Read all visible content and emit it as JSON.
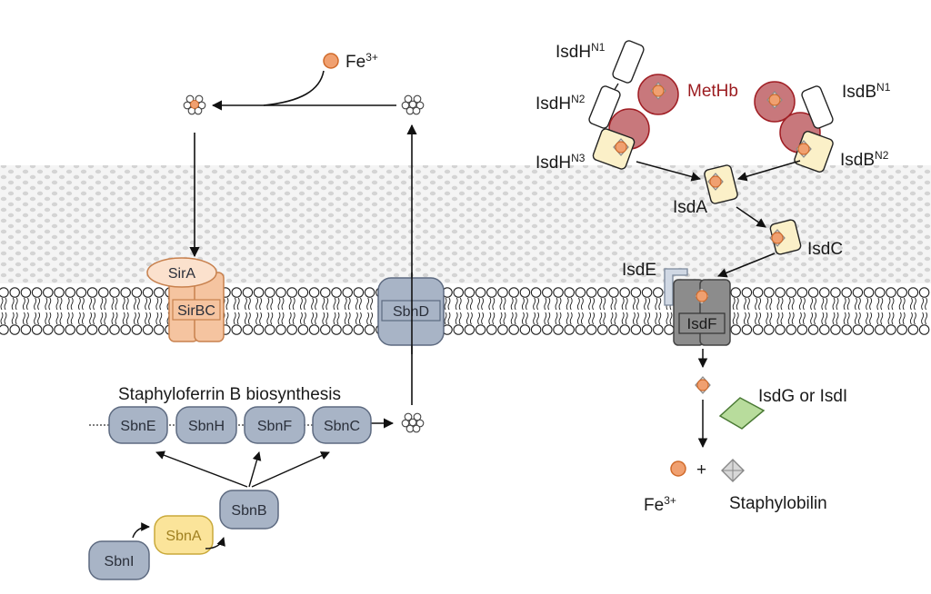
{
  "labels": {
    "fe3_top": "Fe",
    "fe3_top_sup": "3+",
    "sira": "SirA",
    "sirbc": "SirBC",
    "sbnd": "SbnD",
    "biosynthesis_title": "Staphyloferrin B biosynthesis",
    "sbne": "SbnE",
    "sbnh": "SbnH",
    "sbnf": "SbnF",
    "sbnc": "SbnC",
    "sbnb": "SbnB",
    "sbna": "SbnA",
    "sbni": "SbnI",
    "isdh": "IsdH",
    "isdh_n1_sup": "N1",
    "isdh_n2_sup": "N2",
    "isdh_n3_sup": "N3",
    "isdb": "IsdB",
    "isdb_n1_sup": "N1",
    "isdb_n2_sup": "N2",
    "methb": "MetHb",
    "isda": "IsdA",
    "isdc": "IsdC",
    "isde": "IsdE",
    "isdf": "IsdF",
    "isdg_or_isdi": "IsdG or IsdI",
    "fe3_bottom": "Fe",
    "fe3_bottom_sup": "3+",
    "plus": "+",
    "staphylobilin": "Staphylobilin"
  },
  "colors": {
    "iron": "#f0a070",
    "iron_stroke": "#d06a2a",
    "sbn_protein": "#a8b4c6",
    "sbna": "#fbe49a",
    "sir_protein": "#f5c4a0",
    "hemoglobin": "#c8787c",
    "hemoglobin_stroke": "#a01e24",
    "methb_text": "#9b1b1f",
    "isd_domain": "#fbf0c8",
    "isdf": "#8c8c8c",
    "isdg": "#b8dc9c",
    "isde": "#d0d8e4",
    "membrane_stroke": "#222222"
  }
}
